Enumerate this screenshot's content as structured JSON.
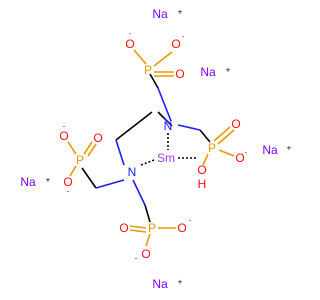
{
  "colors": {
    "carbon_bond": "#000000",
    "nitrogen": "#1c1cff",
    "oxygen": "#ff0d0d",
    "phosphorus": "#e89a00",
    "metal": "#9a3cff",
    "sodium": "#7f00ff",
    "text": "#000000"
  },
  "labels": {
    "na": "Na",
    "plus": "+",
    "minus": "-",
    "o": "O",
    "p": "P",
    "n": "N",
    "sm": "Sm",
    "h": "H"
  }
}
